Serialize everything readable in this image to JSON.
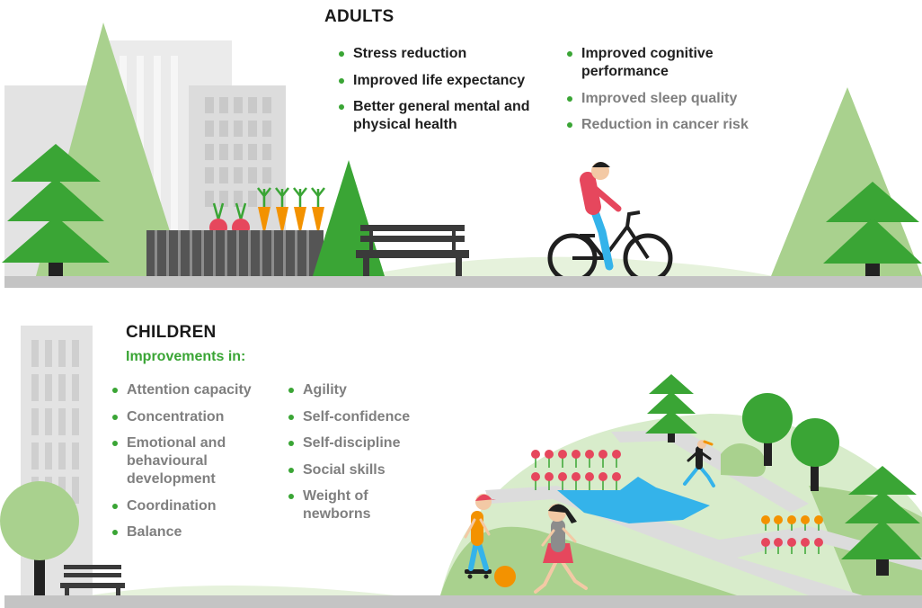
{
  "adults": {
    "heading": "ADULTS",
    "benefits_col1": [
      "Stress reduction",
      "Improved life expectancy",
      "Better general mental and physical health"
    ],
    "benefits_col2": [
      "Improved cognitive performance",
      "Improved sleep quality",
      "Reduction in cancer risk"
    ]
  },
  "children": {
    "heading": "CHILDREN",
    "subheading": "Improvements in:",
    "benefits_col1": [
      "Attention capacity",
      "Concentration",
      "Emotional and behavioural development",
      "Coordination",
      "Balance"
    ],
    "benefits_col2": [
      "Agility",
      "Self-confidence",
      "Self-discipline",
      "Social skills",
      "Weight of newborns"
    ]
  },
  "colors": {
    "green_dark": "#3aa535",
    "green_light": "#a9d18e",
    "green_pale": "#d8eccb",
    "building_grey": "#e3e3e3",
    "ground_grey": "#c4c4c4",
    "water_blue": "#34b3ea",
    "carrot_orange": "#f39200",
    "flower_red": "#e6475d"
  }
}
